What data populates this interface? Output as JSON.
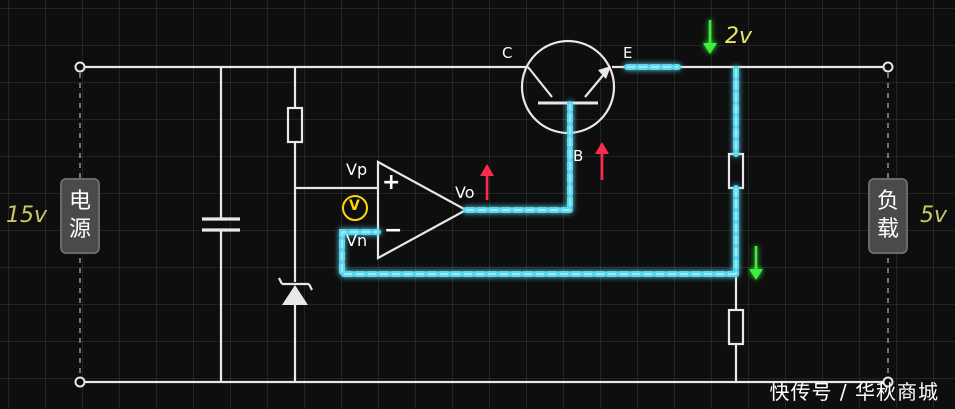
{
  "labels": {
    "collector": "C",
    "emitter": "E",
    "base": "B",
    "vp": "Vp",
    "vn": "Vn",
    "vo": "Vo",
    "plus": "+",
    "minus": "−",
    "meter": "V"
  },
  "voltages": {
    "input": "15v",
    "output": "5v",
    "emitter_drop": "2v"
  },
  "badges": {
    "source_char1": "电",
    "source_char2": "源",
    "load_char1": "负",
    "load_char2": "载"
  },
  "watermark": "快传号 / 华秋商城",
  "colors": {
    "wire": "#e8e8e8",
    "highlight": "#5ad8f0",
    "up_arrow": "#ff2a4a",
    "down_arrow": "#3cf03c",
    "voltage_text": "#c9c96a",
    "meter": "#ffd700"
  }
}
